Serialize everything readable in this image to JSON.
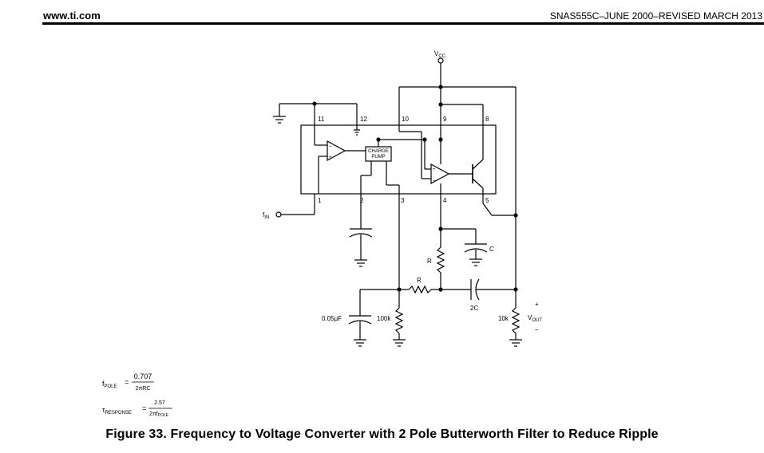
{
  "header": {
    "site": "www.ti.com",
    "doc_ref": "SNAS555C–JUNE 2000–REVISED MARCH 2013"
  },
  "schematic": {
    "vcc": {
      "main": "V",
      "sub": "CC"
    },
    "pins": [
      "11",
      "12",
      "10",
      "9",
      "8",
      "1",
      "2",
      "3",
      "4",
      "5"
    ],
    "charge_pump": [
      "CHARGE",
      "PUMP"
    ],
    "fin": {
      "main": "f",
      "sub": "IN"
    },
    "components": {
      "r_vertical": "R",
      "r_horizontal": "R",
      "c": "C",
      "c_2c": "2C",
      "c_input": "0.05µF",
      "r_100k": "100k",
      "r_10k": "10k"
    },
    "vout": {
      "main": "V",
      "sub": "OUT",
      "plus": "+",
      "minus": "–"
    },
    "opamp_plus": "+",
    "opamp_minus": "–"
  },
  "formulas": {
    "fpole": {
      "lhs_main": "f",
      "lhs_sub": "POLE",
      "eq": "=",
      "numerator": "0.707",
      "denominator": "2πRC"
    },
    "tresponse": {
      "lhs_main": "τ",
      "lhs_sub": "RESPONSE",
      "eq": "=",
      "numerator": "2.57",
      "den_main": "2πf",
      "den_sub": "POLE"
    }
  },
  "caption": "Figure 33.  Frequency to Voltage Converter with 2 Pole Butterworth Filter to Reduce Ripple"
}
